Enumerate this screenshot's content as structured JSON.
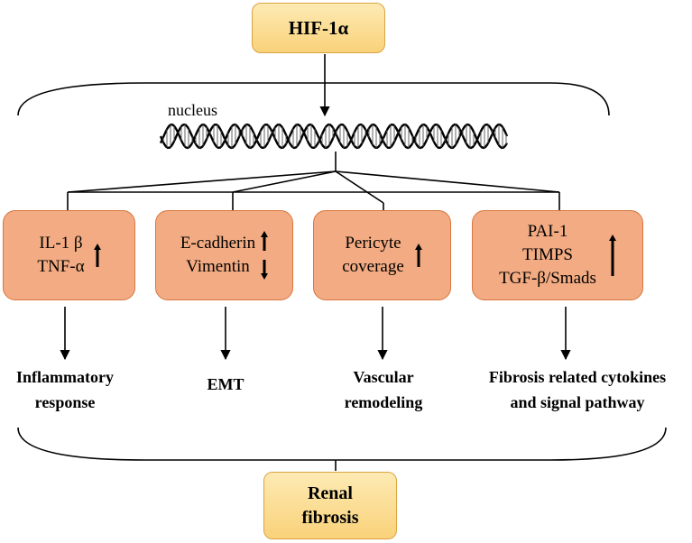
{
  "top": {
    "label": "HIF-1α"
  },
  "nucleus_label": "nucleus",
  "boxes": [
    {
      "lines": [
        "IL-1 β",
        "TNF-α"
      ],
      "indicators": [
        "up"
      ]
    },
    {
      "lines": [
        "E-cadherin",
        "Vimentin"
      ],
      "indicators": [
        "up",
        "down"
      ]
    },
    {
      "lines": [
        "Pericyte",
        "coverage"
      ],
      "indicators": [
        "up"
      ]
    },
    {
      "lines": [
        "PAI-1",
        "TIMPS",
        "TGF-β/Smads"
      ],
      "indicators": [
        "up"
      ]
    }
  ],
  "outcomes": [
    {
      "lines": [
        "Inflammatory",
        "response"
      ]
    },
    {
      "lines": [
        "EMT"
      ]
    },
    {
      "lines": [
        "Vascular",
        "remodeling"
      ]
    },
    {
      "lines": [
        "Fibrosis related cytokines",
        "and signal pathway"
      ]
    }
  ],
  "bottom": {
    "lines": [
      "Renal",
      "fibrosis"
    ]
  }
}
